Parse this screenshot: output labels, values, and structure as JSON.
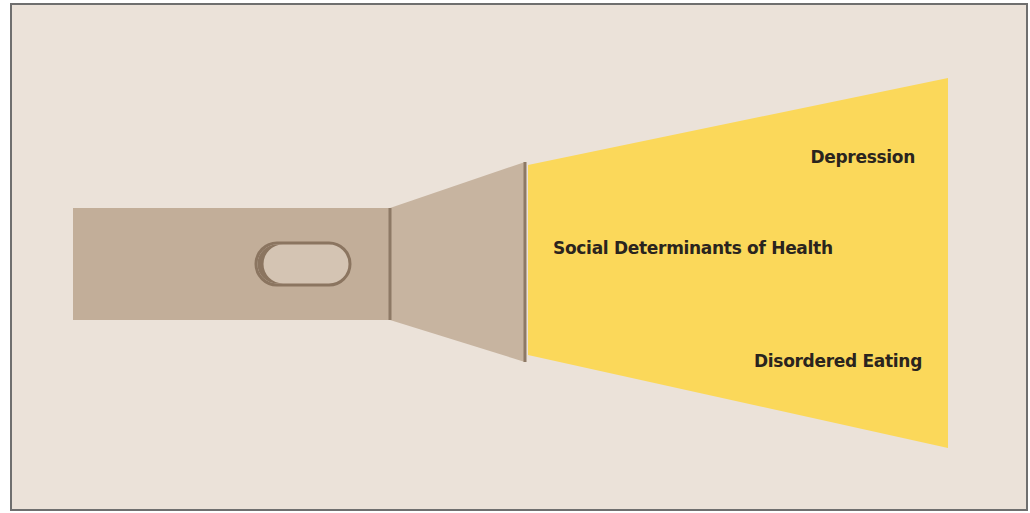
{
  "diagram": {
    "nodes": [
      {
        "text": [
          "Depression",
          "Social Determinants of Health",
          "Disordered Eating"
        ]
      }
    ]
  }
}
